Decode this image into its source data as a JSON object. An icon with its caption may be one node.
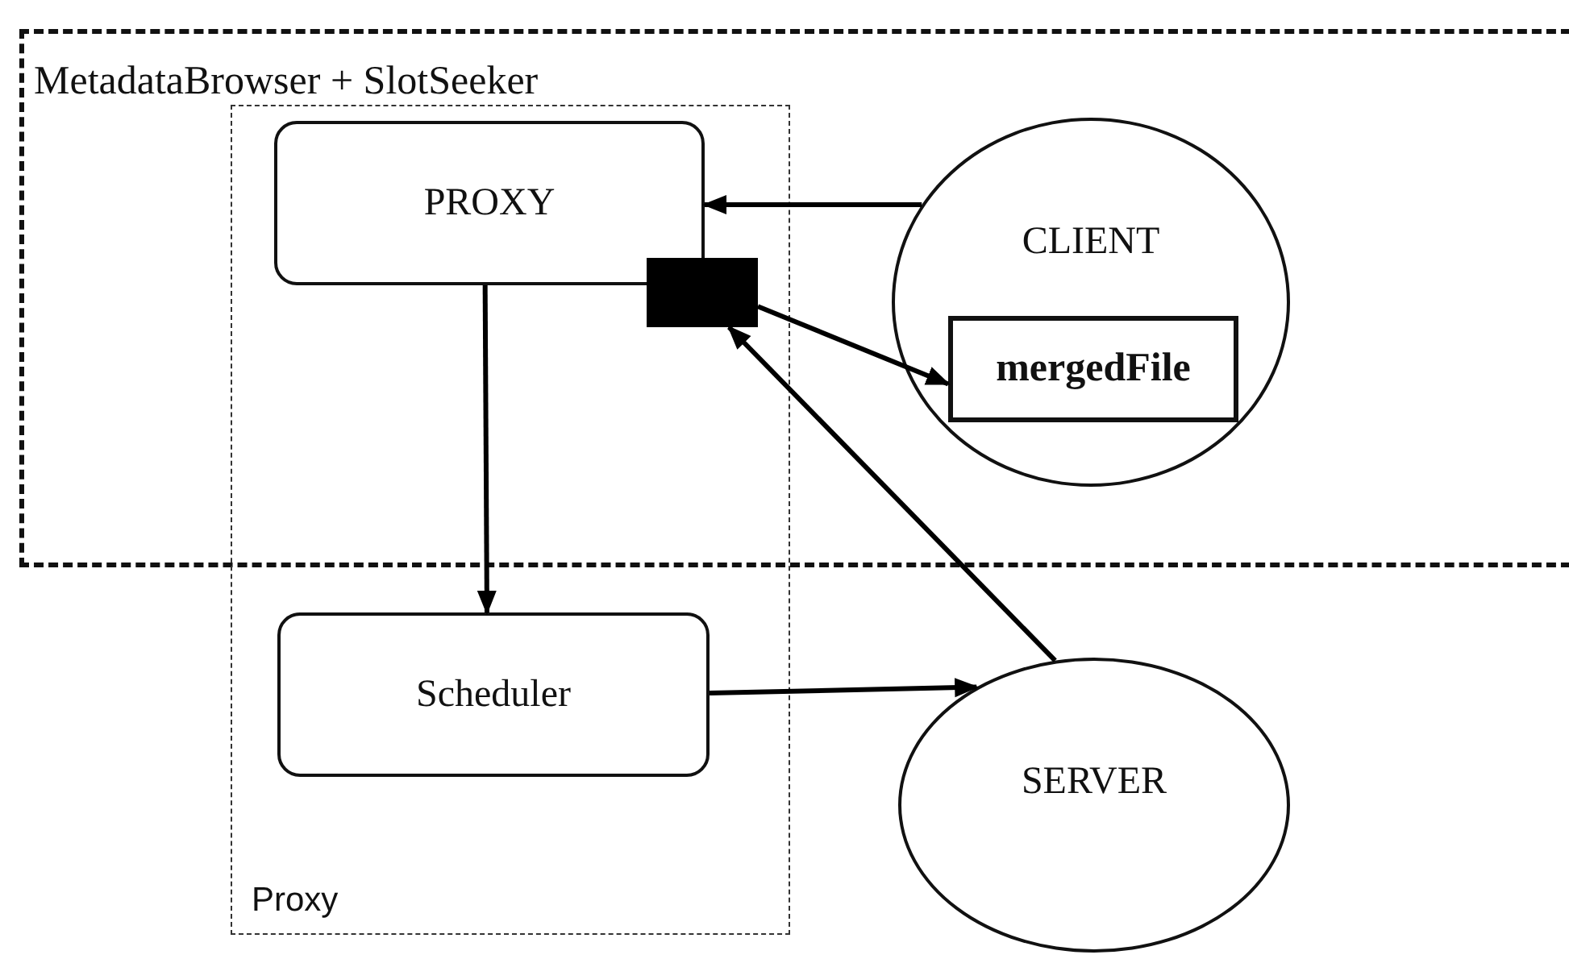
{
  "diagram": {
    "nodes": [
      {
        "text": [
          "MetadataBrowser + SlotSeeker"
        ]
      },
      {
        "text": [
          "Proxy"
        ]
      },
      {
        "text": [
          "PROXY"
        ]
      },
      {
        "text": [],
        "shape": "box"
      },
      {
        "text": [
          "CLIENT"
        ],
        "in": 0
      },
      {
        "text": [
          "mergedFile"
        ],
        "in": 4
      },
      {
        "text": [
          "Scheduler"
        ],
        "in": 1
      },
      {
        "text": [
          "SERVER"
        ]
      }
    ],
    "edges": [
      {
        "from": 4,
        "to": 2,
        "arrow": "to"
      },
      {
        "from": 2,
        "to": 6,
        "arrow": "to"
      },
      {
        "from": 3,
        "to": 5,
        "arrow": "to"
      },
      {
        "from": 7,
        "to": 3,
        "arrow": "to"
      },
      {
        "from": 6,
        "to": 7,
        "arrow": "to"
      }
    ]
  }
}
